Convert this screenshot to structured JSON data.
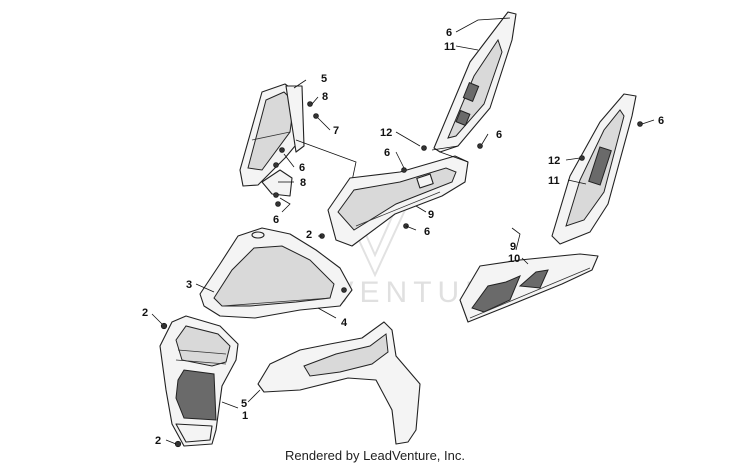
{
  "watermark": {
    "text": "LEADVENTURE"
  },
  "footer": {
    "rendered_by": "Rendered by LeadVenture, Inc."
  },
  "callouts": {
    "c1": "1",
    "c2a": "2",
    "c2b": "2",
    "c2c": "2",
    "c3": "3",
    "c4": "4",
    "c5a": "5",
    "c5b": "5",
    "c6a": "6",
    "c6b": "6",
    "c6c": "6",
    "c6d": "6",
    "c6e": "6",
    "c6f": "6",
    "c6g": "6",
    "c7": "7",
    "c8a": "8",
    "c8b": "8",
    "c9a": "9",
    "c9b": "9",
    "c10": "10",
    "c11a": "11",
    "c11b": "11",
    "c12a": "12",
    "c12b": "12"
  }
}
